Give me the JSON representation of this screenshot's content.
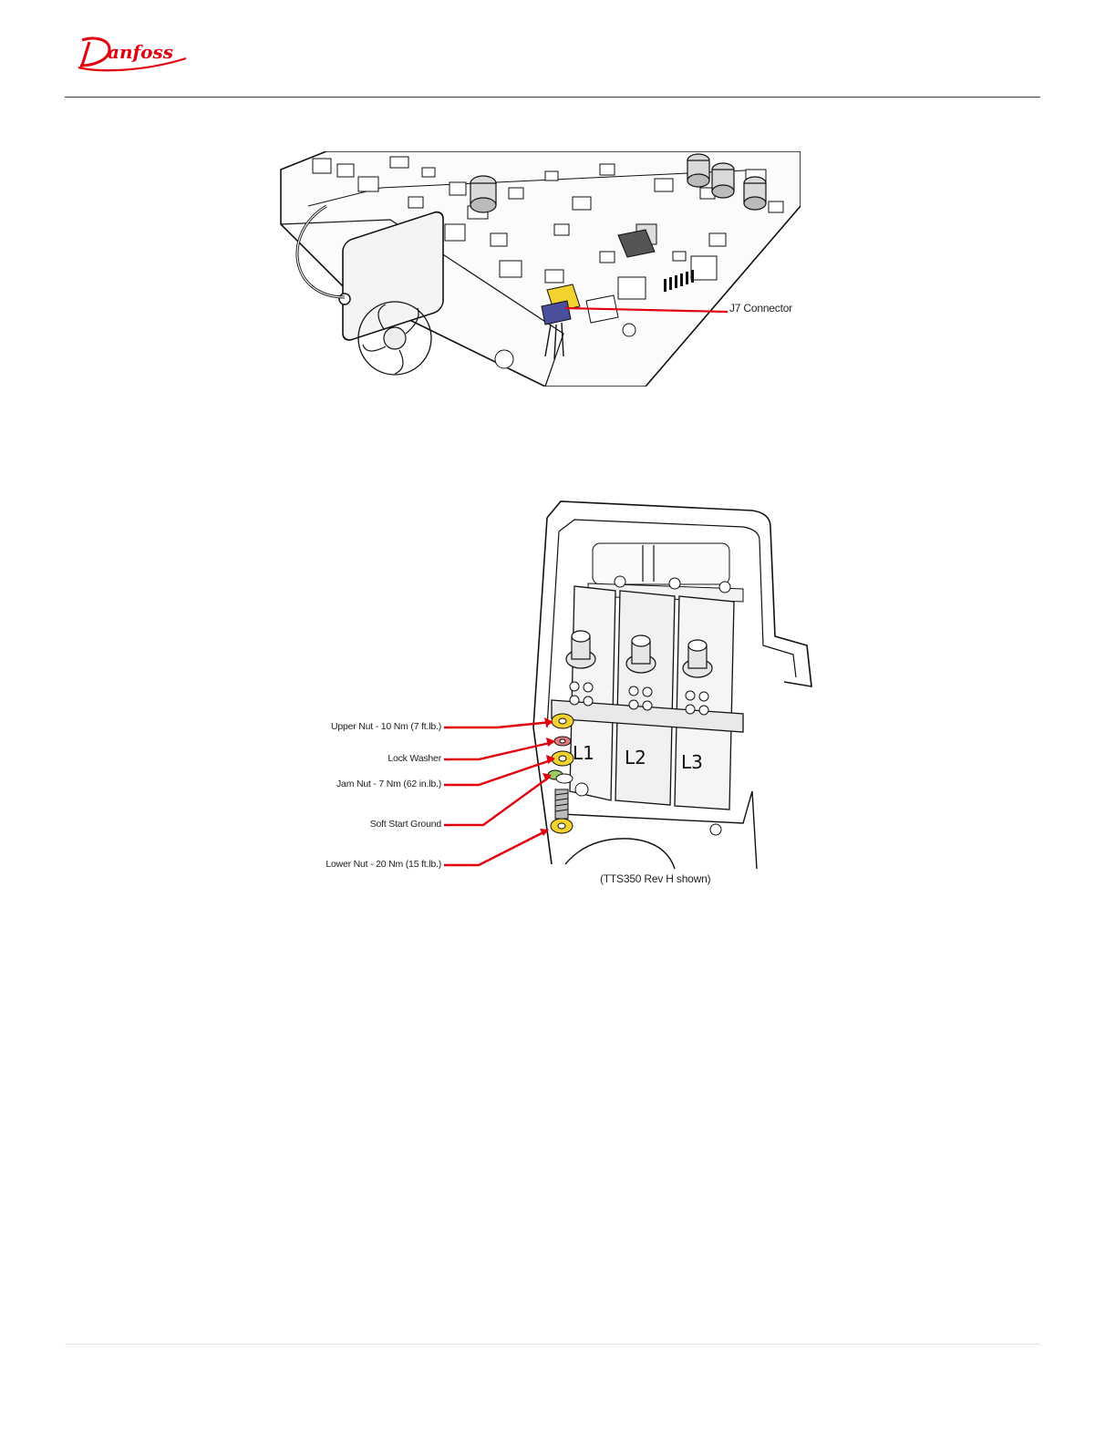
{
  "header": {
    "brand_logo": "Danfoss",
    "brand_color": "#e2000f"
  },
  "figure1": {
    "connector_label": "J7 Connector"
  },
  "figure2": {
    "callouts": [
      "Upper Nut - 10 Nm (7 ft.lb.)",
      "Lock Washer",
      "Jam Nut - 7 Nm (62 in.lb.)",
      "Soft Start Ground",
      "Lower Nut - 20 Nm (15 ft.lb.)"
    ],
    "phase_labels": [
      "L1",
      "L2",
      "L3"
    ],
    "caption": "(TTS350 Rev H shown)"
  }
}
